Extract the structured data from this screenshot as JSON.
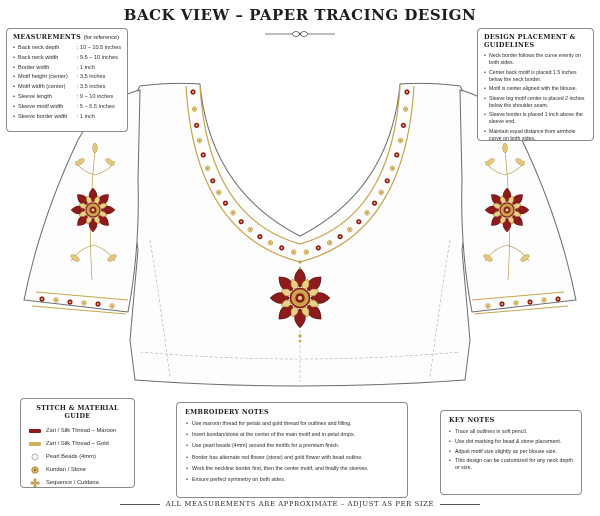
{
  "title": "BACK VIEW – PAPER TRACING DESIGN",
  "measurements": {
    "heading": "MEASUREMENTS",
    "subheading": "(for reference)",
    "rows": [
      {
        "label": "Back neck depth",
        "value": ": 10 – 10.5 inches"
      },
      {
        "label": "Back neck width",
        "value": ": 9.5 – 10 inches"
      },
      {
        "label": "Border width",
        "value": ": 1 inch"
      },
      {
        "label": "Motif height (center)",
        "value": ": 3.5 inches"
      },
      {
        "label": "Motif width (center)",
        "value": ": 3.5 inches"
      },
      {
        "label": "Sleeve length",
        "value": ": 9 – 10 inches"
      },
      {
        "label": "Sleeve motif width",
        "value": ": 5 – 5.5 inches"
      },
      {
        "label": "Sleeve border width",
        "value": ": 1 inch"
      }
    ]
  },
  "placement": {
    "heading": "DESIGN PLACEMENT & GUIDELINES",
    "items": [
      "Neck border follows the curve evenly on both sides.",
      "Center back motif is placed 1.5 inches below the neck border.",
      "Motif is center aligned with the blouse.",
      "Sleeve big motif center is placed 2 inches below the shoulder seam.",
      "Sleeve border is placed 1 inch above the sleeve end.",
      "Maintain equal distance from armhole curve on both sides."
    ]
  },
  "stitch": {
    "heading": "STITCH & MATERIAL GUIDE",
    "items": [
      {
        "label": "Zari / Silk Thread – Maroon",
        "icon": "maroon-thread-icon"
      },
      {
        "label": "Zari / Silk Thread – Gold",
        "icon": "gold-thread-icon"
      },
      {
        "label": "Pearl Beads (4mm)",
        "icon": "pearl-bead-icon"
      },
      {
        "label": "Kundan / Stone",
        "icon": "kundan-stone-icon"
      },
      {
        "label": "Sequence / Cutdana",
        "icon": "sequence-icon"
      }
    ]
  },
  "embroidery": {
    "heading": "EMBROIDERY NOTES",
    "items": [
      "Use maroon thread for petals and gold thread for outlines and filling.",
      "Insert kundan/stone at the center of the main motif and in petal drops.",
      "Use pearl beads (4mm) around the motifs for a premium finish.",
      "Border has alternate red flower (stone) and gold flower with bead outline.",
      "Work the neckline border first, then the center motif, and finally the sleeves.",
      "Ensure perfect symmetry on both sides."
    ]
  },
  "key_notes": {
    "heading": "KEY NOTES",
    "items": [
      "Trace all outlines in soft pencil.",
      "Use dot marking for bead & stone placement.",
      "Adjust motif size slightly as per blouse size.",
      "This design can be customized for any neck depth or size."
    ]
  },
  "footer": "ALL MEASUREMENTS ARE APPROXIMATE – ADJUST AS PER SIZE",
  "colors": {
    "maroon": "#8e1b1b",
    "gold": "#c9a44c",
    "outline": "#6b6b6b",
    "text": "#2a2a2a"
  }
}
